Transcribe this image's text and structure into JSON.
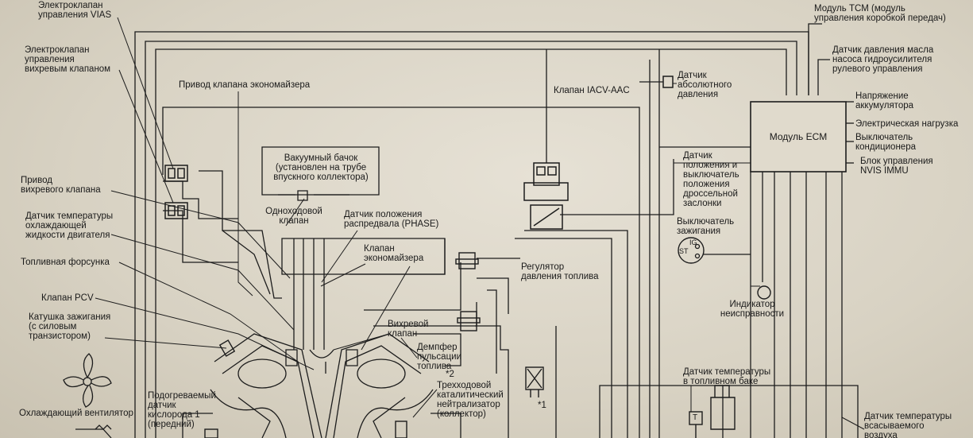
{
  "labels": {
    "vias": "Электроклапан\nуправления VIAS",
    "swirl_valve_ctrl": "Электроклапан\nуправления\nвихревым клапаном",
    "econ_actuator": "Привод клапана экономайзера",
    "vacuum_tank": "Вакуумный бачок\n(установлен на трубе\nвпускного коллектора)",
    "swirl_actuator": "Привод\nвихревого клапана",
    "one_way_valve": "Одноходовой\nклапан",
    "cam_sensor": "Датчик положения\nраспредвала (PHASE)",
    "coolant_sensor": "Датчик температуры\nохлаждающей\nжидкости двигателя",
    "econ_valve": "Клапан\nэкономайзера",
    "injector": "Топливная форсунка",
    "fuel_regulator": "Регулятор\nдавления топлива",
    "pcv": "Клапан PCV",
    "ign_coil": "Катушка зажигания\n(с силовым\nтранзистором)",
    "swirl_valve": "Вихревой\nклапан",
    "pulse_damper": "Демпфер\nпульсации\nтоплива",
    "star2": "*2",
    "catalyst": "Трехходовой\nкаталитический\nнейтрализатор\n(коллектор)",
    "star1": "*1",
    "fan": "Охлаждающий вентилятор",
    "o2_sensor": "Подогреваемый\nдатчик\nкислорода 1\n(передний)",
    "iacv": "Клапан IACV-AAC",
    "map_sensor": "Датчик\nабсолютного\nдавления",
    "tcm": "Модуль TCM (модуль\nуправления коробкой передач)",
    "ps_pressure": "Датчик давления масла\nнасоса гидроусилителя\nрулевого управления",
    "ecm": "Модуль ECM",
    "battery": "Напряжение\nаккумулятора",
    "elec_load": "Электрическая нагрузка",
    "ac_switch": "Выключатель\nкондиционера",
    "nvis": "Блок управления\nNVIS IMMU",
    "tps": "Датчик\nположения и\nвыключатель\nположения\nдроссельной\nзаслонки",
    "ign_switch": "Выключатель\nзажигания",
    "ign_ig": "IG",
    "ign_st": "ST",
    "mil": "Индикатор\nнеисправности",
    "fuel_temp": "Датчик температуры\nв топливном баке",
    "fuel_temp_t": "T",
    "intake_temp": "Датчик температуры\nвсасываемого\nвоздуха"
  },
  "colors": {
    "background": "#d9d3c4",
    "ink": "#1a1a1a"
  }
}
